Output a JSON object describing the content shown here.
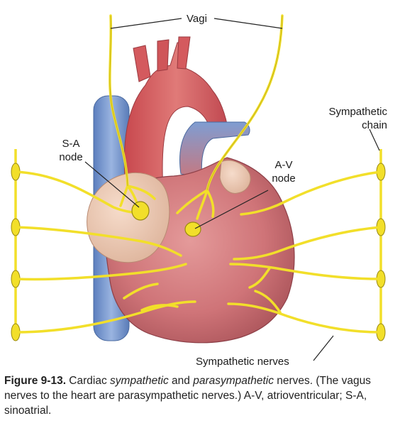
{
  "labels": {
    "vagi": "Vagi",
    "sa_node_line1": "S-A",
    "sa_node_line2": "node",
    "av_node_line1": "A-V",
    "av_node_line2": "node",
    "sympathetic_chain_line1": "Sympathetic",
    "sympathetic_chain_line2": "chain",
    "sympathetic_nerves": "Sympathetic nerves"
  },
  "caption": {
    "number": "Figure 9-13.",
    "part1": " Cardiac ",
    "italic1": "sympathetic",
    "part2": " and ",
    "italic2": "parasympathetic",
    "part3": " nerves. (The vagus nerves to the heart are parasympathetic nerves.) A-V, atrioventricular; S-A, sinoatrial."
  },
  "colors": {
    "nerve": "#f2df2a",
    "nerve_outline": "#9a8a10",
    "heart": "#c86a6e",
    "vein": "#7f9fd0",
    "atrium": "#ecc8b2"
  }
}
